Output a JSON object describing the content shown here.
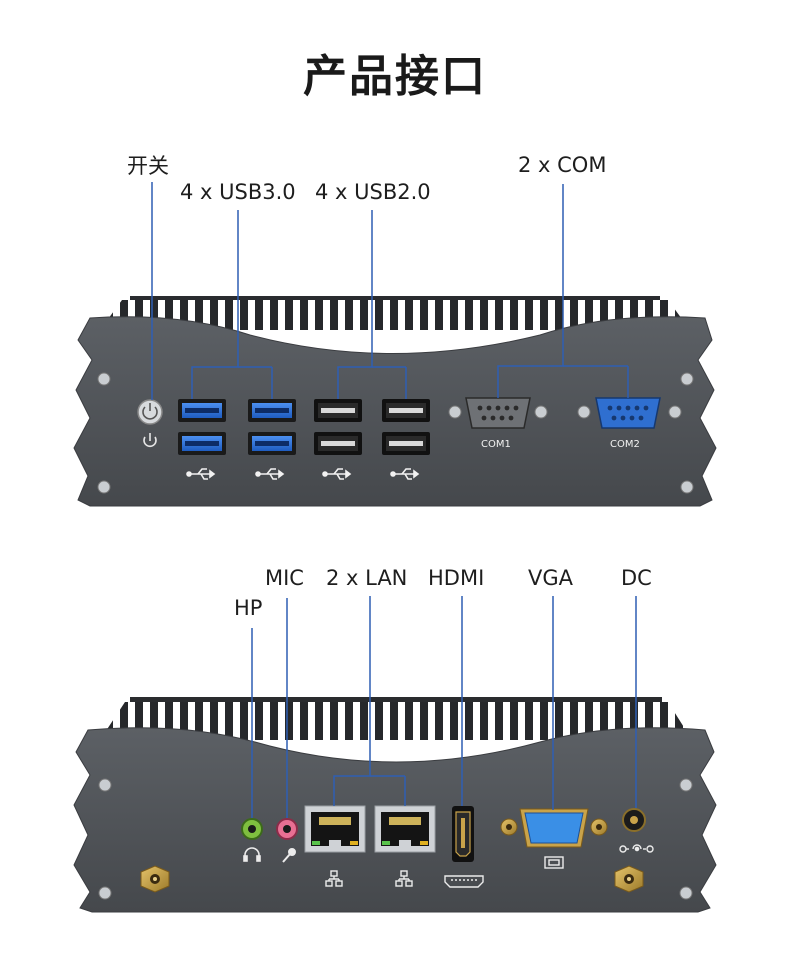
{
  "title": "产品接口",
  "top_panel": {
    "labels": {
      "power": "开关",
      "usb3": "4 x USB3.0",
      "usb2": "4 x USB2.0",
      "com": "2 x COM"
    },
    "port_text": {
      "com1": "COM1",
      "com2": "COM2"
    }
  },
  "bottom_panel": {
    "labels": {
      "hp": "HP",
      "mic": "MIC",
      "lan": "2 x LAN",
      "hdmi": "HDMI",
      "vga": "VGA",
      "dc": "DC"
    }
  },
  "colors": {
    "chassis": "#4e5256",
    "fins": "#2f3236",
    "callout_line": "#2f5fb3",
    "usb3_blue": "#2a6fd6",
    "com2_blue": "#2f6fd0",
    "vga_blue": "#3a8fe6",
    "gold": "#c9a34a"
  }
}
